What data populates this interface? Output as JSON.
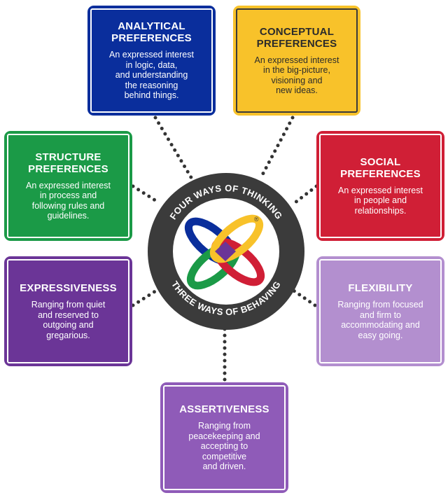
{
  "hub": {
    "top_text": "FOUR WAYS OF THINKING",
    "bottom_text": "THREE WAYS OF BEHAVING",
    "registered_mark": "®"
  },
  "cards": {
    "analytical": {
      "title": "ANALYTICAL\nPREFERENCES",
      "desc": "An expressed interest\nin logic, data,\nand understanding\nthe reasoning\nbehind things.",
      "color": "#0a2e9c"
    },
    "conceptual": {
      "title": "CONCEPTUAL\nPREFERENCES",
      "desc": "An expressed interest\nin the big-picture,\nvisioning and\nnew ideas.",
      "color": "#f8c22a"
    },
    "structure": {
      "title": "STRUCTURE\nPREFERENCES",
      "desc": "An expressed interest\nin process and\nfollowing rules and\nguidelines.",
      "color": "#1b9a47"
    },
    "social": {
      "title": "SOCIAL\nPREFERENCES",
      "desc": "An expressed interest\nin people and\nrelationships.",
      "color": "#d01f36"
    },
    "expressiveness": {
      "title": "EXPRESSIVENESS",
      "desc": "Ranging from quiet\nand reserved to\noutgoing and\ngregarious.",
      "color": "#6b3597"
    },
    "flexibility": {
      "title": "FLEXIBILITY",
      "desc": "Ranging from focused\nand firm to\naccommodating and\neasy going.",
      "color": "#b38fcf"
    },
    "assertiveness": {
      "title": "ASSERTIVENESS",
      "desc": "Ranging from\npeacekeeping and\naccepting to\ncompetitive\nand driven.",
      "color": "#8f5bb8"
    }
  },
  "colors": {
    "hub_ring": "#3b3b3b",
    "connector": "#333333",
    "logo_blue": "#0a2e9c",
    "logo_yellow": "#f8c22a",
    "logo_red": "#d01f36",
    "logo_green": "#1b9a47",
    "logo_purple": "#6b3597"
  }
}
